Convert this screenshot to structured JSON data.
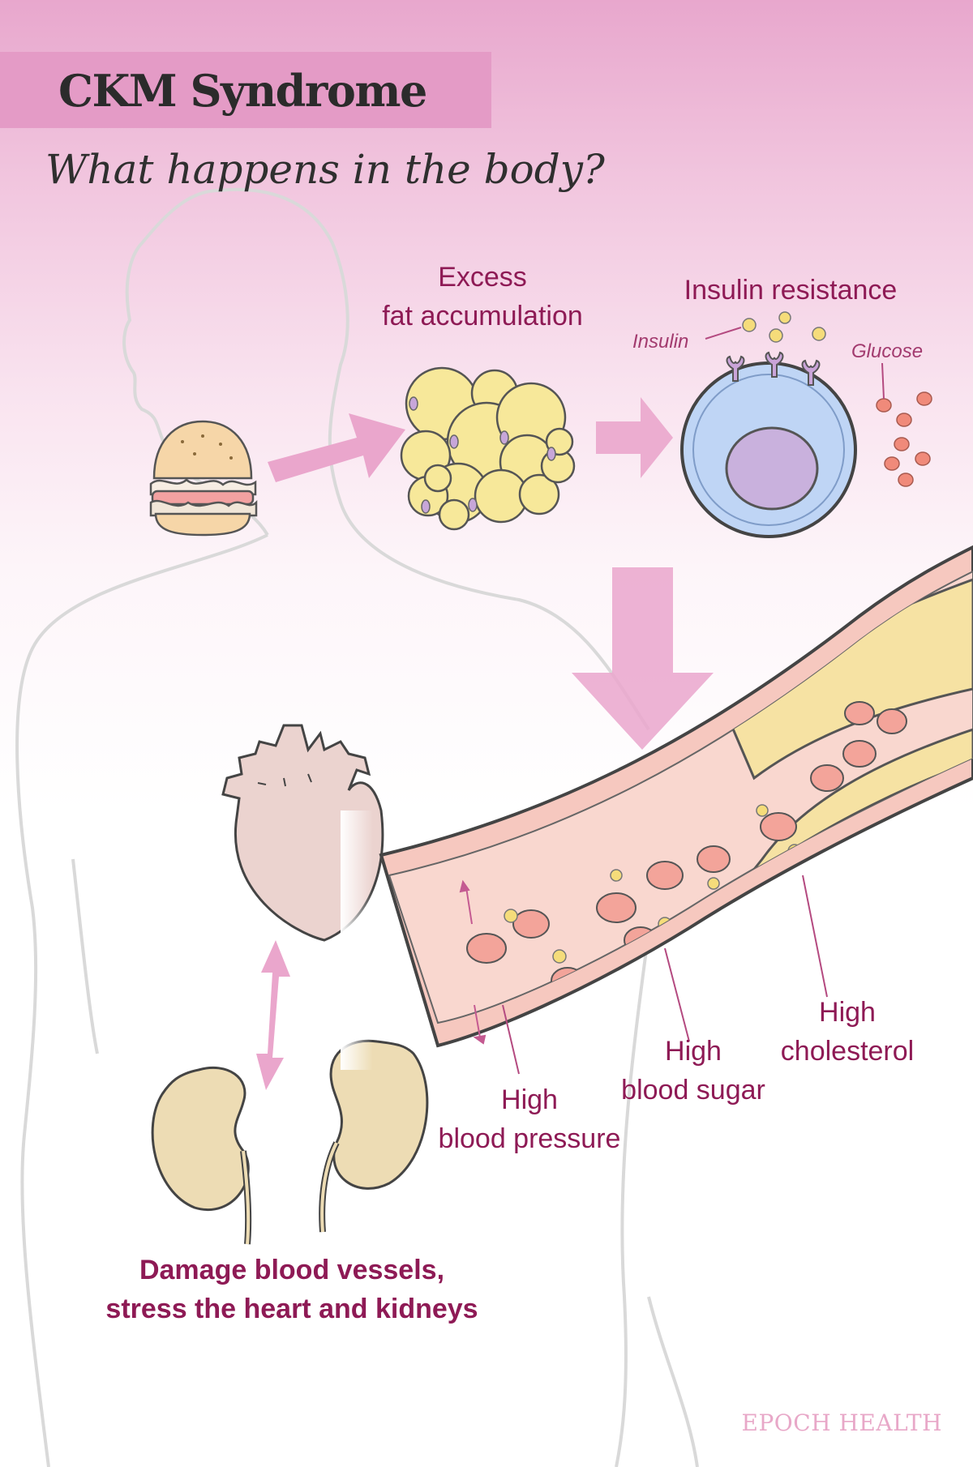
{
  "header": {
    "title": "CKM Syndrome",
    "subtitle": "What happens in the body?"
  },
  "labels": {
    "fat": [
      "Excess",
      "fat accumulation"
    ],
    "insulin_resistance": "Insulin resistance",
    "insulin": "Insulin",
    "glucose": "Glucose",
    "blood_pressure": [
      "High",
      "blood pressure"
    ],
    "blood_sugar": [
      "High",
      "blood sugar"
    ],
    "cholesterol": [
      "High",
      "cholesterol"
    ],
    "damage": [
      "Damage blood vessels,",
      "stress the heart and kidneys"
    ]
  },
  "brand": "EPOCH HEALTH",
  "icons": [
    "body-silhouette-icon",
    "burger-icon",
    "fat-cells-icon",
    "cell-icon",
    "heart-icon",
    "kidney-icon",
    "blood-vessel-icon"
  ],
  "colors": {
    "title_band": "#e49bc6",
    "label": "#8e1a55",
    "arrow": "#eaa6cc",
    "fat_cell": "#f7e89a",
    "cell_body": "#bfd5f5",
    "nucleus": "#c9b1dd",
    "glucose": "#f08a7a",
    "heart": "#ebd3cf",
    "kidney": "#eddcb4",
    "vessel": "#f6c8bf",
    "plaque": "#f6e2a3"
  }
}
